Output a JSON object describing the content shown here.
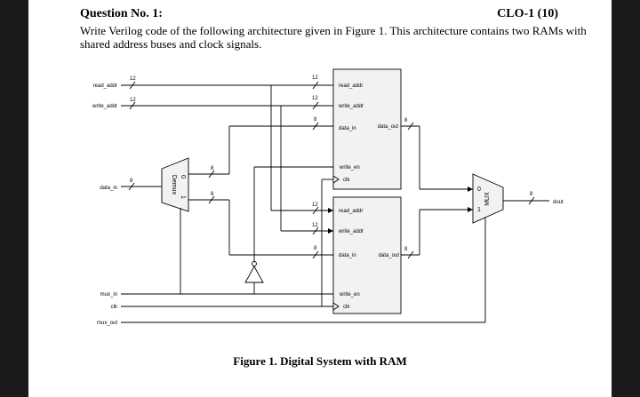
{
  "header": {
    "question_title": "Question No. 1:",
    "marks": "CLO-1 (10)"
  },
  "question": {
    "text": "Write Verilog code of the following architecture given in Figure 1. This architecture contains two RAMs with shared address buses and clock signals."
  },
  "figure": {
    "caption": "Figure 1. Digital System with RAM",
    "inputs": {
      "read_addr": "read_addr",
      "write_addr": "write_addr",
      "data_in": "data_in",
      "mux_in": "mux_in",
      "clk": "clk",
      "mux_out": "mux_out"
    },
    "output": {
      "dout": "dout"
    },
    "bus_widths": {
      "addr": "12",
      "data": "8"
    },
    "demux": {
      "label": "Demux",
      "port0": "0",
      "port1": "1"
    },
    "mux": {
      "label": "MUX",
      "port0": "0",
      "port1": "1"
    },
    "ram_ports": {
      "read_addr": "read_addr",
      "write_addr": "write_addr",
      "data_in": "data_in",
      "data_out": "data_out",
      "write_en": "write_en",
      "clk": "clk"
    }
  }
}
